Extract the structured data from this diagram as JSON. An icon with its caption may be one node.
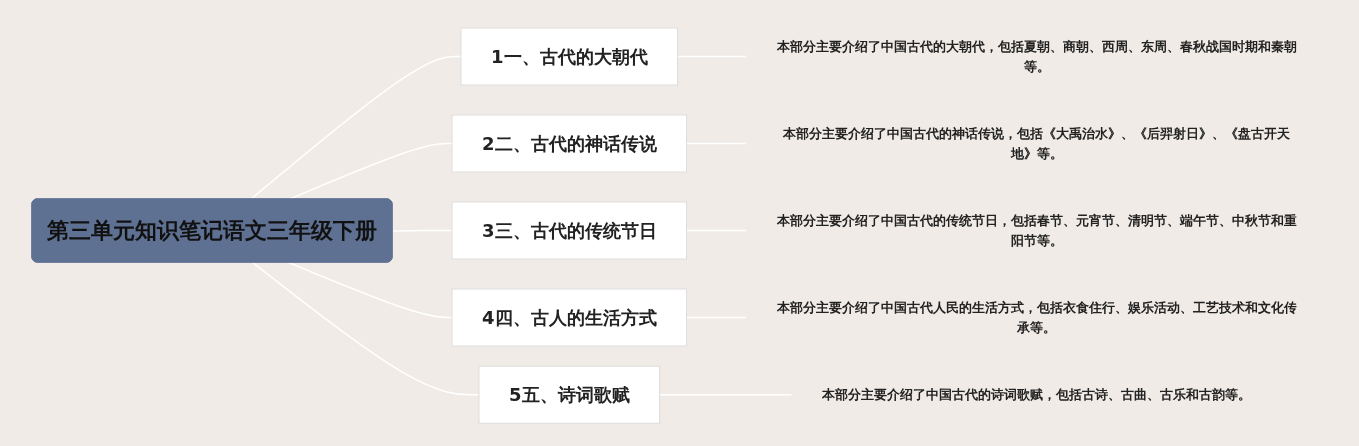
{
  "diagram": {
    "nodes": [
      {
        "text": [
          "第三单元知识笔记语文三年级下册"
        ]
      },
      {
        "text": [
          "1",
          "一、古代的大朝代"
        ]
      },
      {
        "text": [
          "本部分主要介绍了中国古代的大朝代，包括夏朝、商朝、西周、东周、春秋战国时期和秦朝等。"
        ]
      },
      {
        "text": [
          "2",
          "二、古代的神话传说"
        ]
      },
      {
        "text": [
          "本部分主要介绍了中国古代的神话传说，包括《大禹治水》、《后羿射日》、《盘古开天地》等。"
        ]
      },
      {
        "text": [
          "3",
          "三、古代的传统节日"
        ]
      },
      {
        "text": [
          "本部分主要介绍了中国古代的传统节日，包括春节、元宵节、清明节、端午节、中秋节和重阳节等。"
        ]
      },
      {
        "text": [
          "4",
          "四、古人的生活方式"
        ]
      },
      {
        "text": [
          "本部分主要介绍了中国古代人民的生活方式，包括衣食住行、娱乐活动、工艺技术和文化传承等。"
        ]
      },
      {
        "text": [
          "5",
          "五、诗词歌赋"
        ]
      },
      {
        "text": [
          "本部分主要介绍了中国古代的诗词歌赋，包括古诗、古曲、古乐和古韵等。"
        ]
      }
    ],
    "edges": [
      {
        "from": 0,
        "to": 1,
        "arrow": "none"
      },
      {
        "from": 1,
        "to": 2,
        "arrow": "none"
      },
      {
        "from": 0,
        "to": 3,
        "arrow": "none"
      },
      {
        "from": 3,
        "to": 4,
        "arrow": "none"
      },
      {
        "from": 0,
        "to": 5,
        "arrow": "none"
      },
      {
        "from": 5,
        "to": 6,
        "arrow": "none"
      },
      {
        "from": 0,
        "to": 7,
        "arrow": "none"
      },
      {
        "from": 7,
        "to": 8,
        "arrow": "none"
      },
      {
        "from": 0,
        "to": 9,
        "arrow": "none"
      },
      {
        "from": 9,
        "to": 10,
        "arrow": "none"
      }
    ]
  }
}
